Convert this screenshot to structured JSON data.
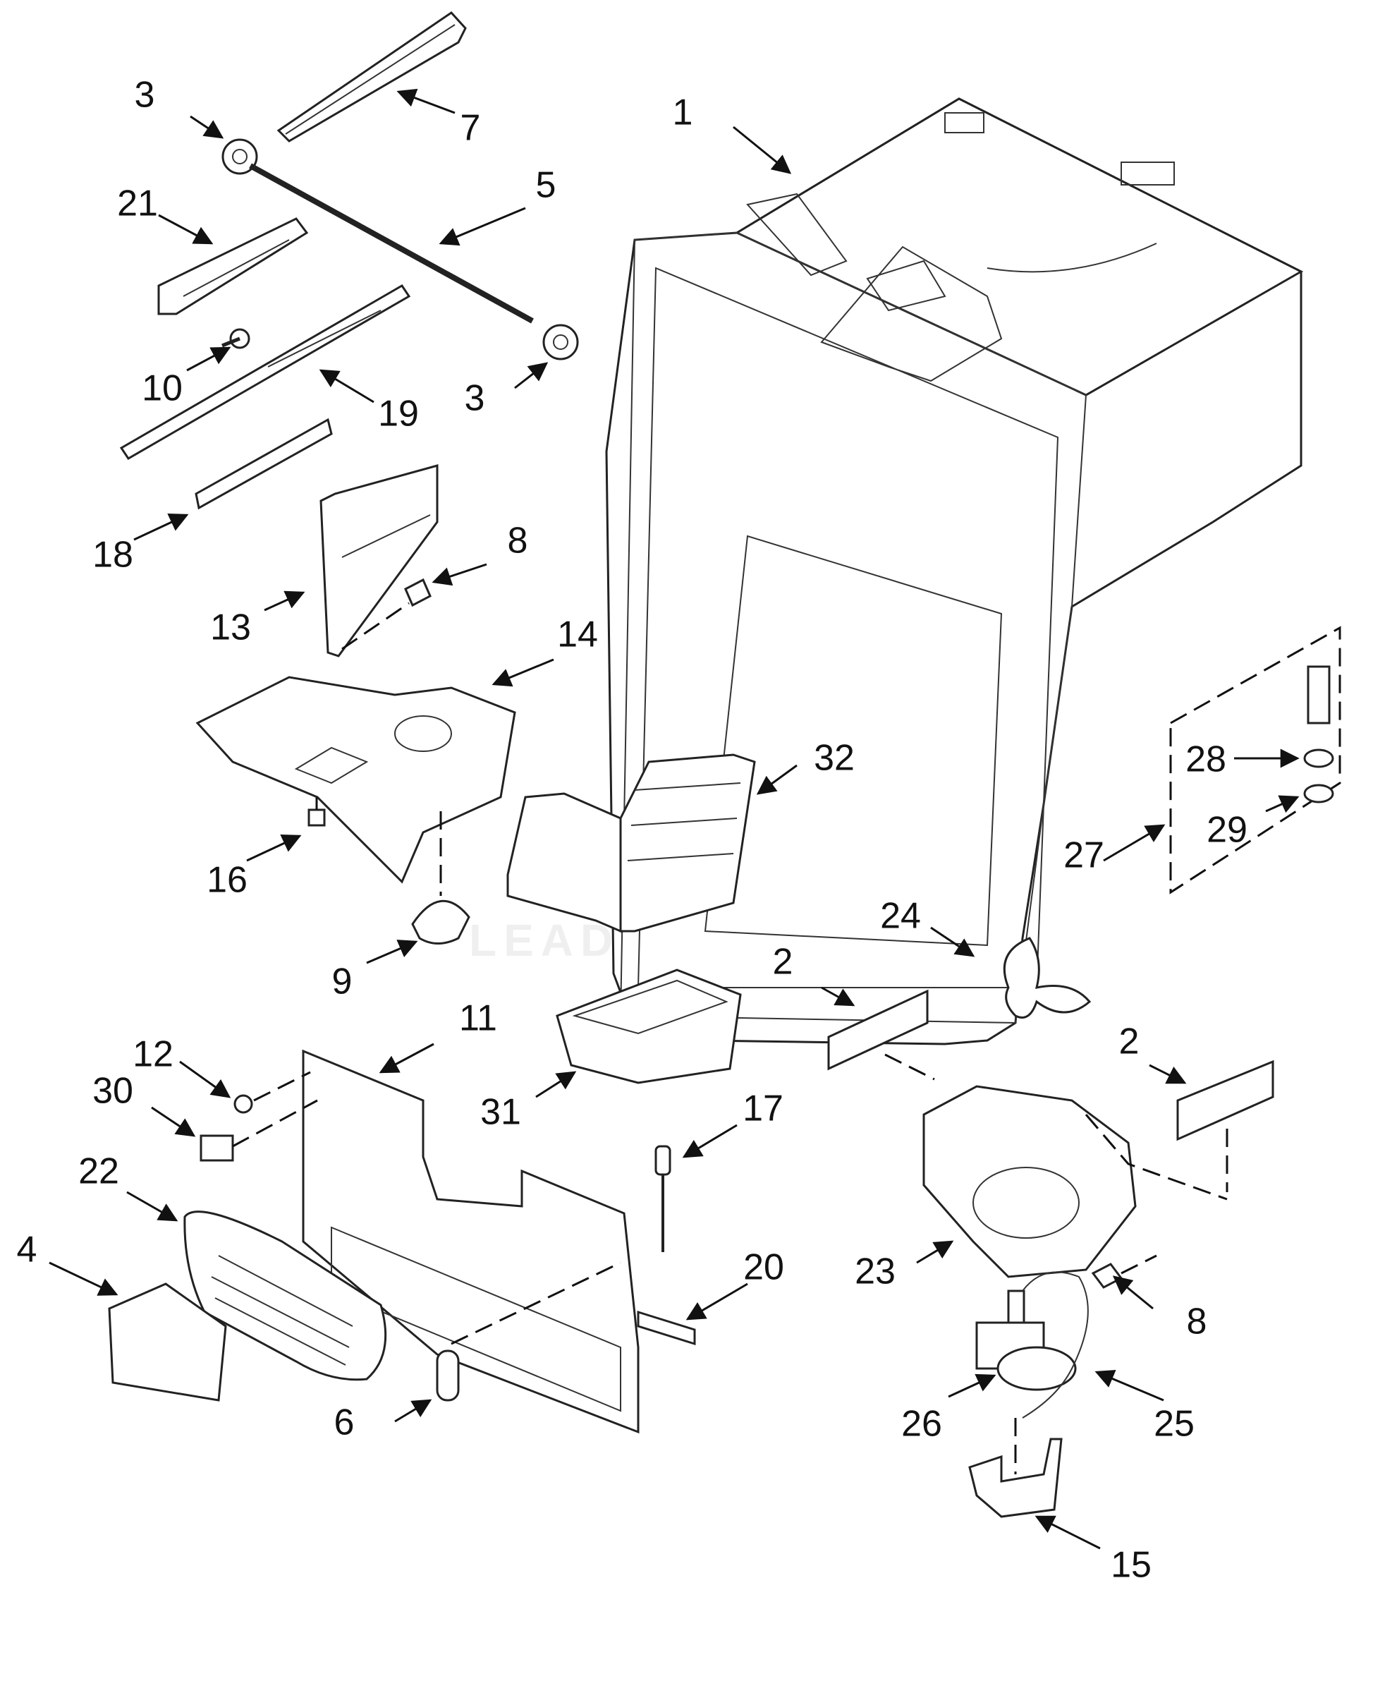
{
  "watermark": "LEADVENTURE",
  "callouts": [
    "1",
    "2",
    "2",
    "3",
    "3",
    "4",
    "5",
    "6",
    "7",
    "8",
    "8",
    "9",
    "10",
    "11",
    "12",
    "13",
    "14",
    "15",
    "16",
    "17",
    "18",
    "19",
    "20",
    "21",
    "22",
    "23",
    "24",
    "25",
    "26",
    "27",
    "28",
    "29",
    "30",
    "31",
    "32"
  ]
}
